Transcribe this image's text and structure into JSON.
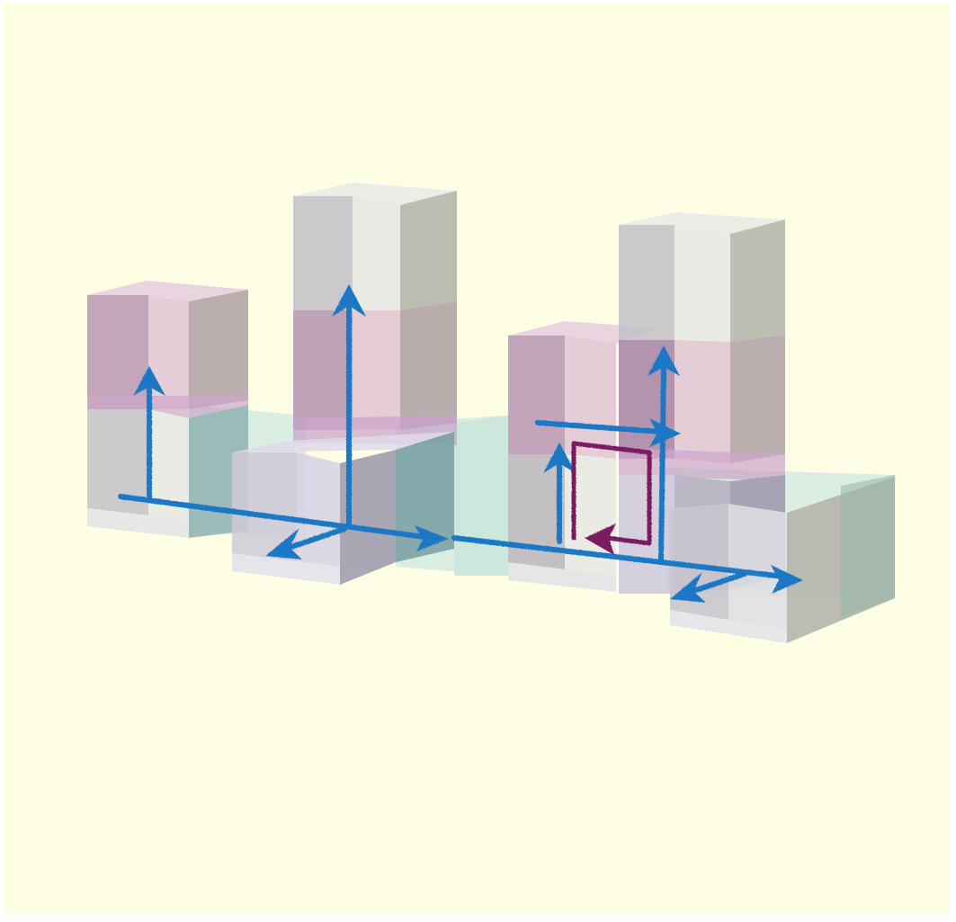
{
  "title": "",
  "colors": {
    "background": "#fefee5",
    "frame": "#ffffff",
    "cube_gray_light": "#e8e8e6",
    "cube_gray_left": "#c4c2c8",
    "cube_gray_right": "#b5b4aa",
    "cube_pink_light": "#e2c6d6",
    "cube_pink_left": "#b997b3",
    "cube_pink_right": "#b0a1a5",
    "cube_teal": "#cfe9e1",
    "cube_teal_dark": "#7ea4a6",
    "cube_lavender": "#d8d2e6",
    "cube_magenta_band": "#c799c8",
    "arrow_blue": "#1b78c4",
    "arrow_purple": "#7a1c5e"
  },
  "shapes": [
    {
      "name": "cube-stack-left",
      "layers": [
        "gray",
        "pink"
      ]
    },
    {
      "name": "cube-stack-center-left",
      "layers": [
        "gray",
        "pink",
        "gray"
      ]
    },
    {
      "name": "cube-stack-center-right",
      "layers": [
        "gray",
        "pink"
      ]
    },
    {
      "name": "cube-stack-right",
      "layers": [
        "gray",
        "pink",
        "gray"
      ]
    },
    {
      "name": "cube-front-left",
      "layers": [
        "lavender"
      ]
    },
    {
      "name": "cube-front-right",
      "layers": [
        "gray"
      ]
    },
    {
      "name": "slab-teal",
      "layers": [
        "teal"
      ]
    }
  ],
  "arrows": [
    {
      "name": "axis-long",
      "color": "arrow_blue"
    },
    {
      "name": "up-left",
      "color": "arrow_blue"
    },
    {
      "name": "up-center",
      "color": "arrow_blue"
    },
    {
      "name": "up-right",
      "color": "arrow_blue"
    },
    {
      "name": "short-up",
      "color": "arrow_blue"
    },
    {
      "name": "short-right",
      "color": "arrow_blue"
    },
    {
      "name": "diag-left",
      "color": "arrow_blue"
    },
    {
      "name": "diag-right",
      "color": "arrow_blue"
    },
    {
      "name": "loop",
      "color": "arrow_purple"
    }
  ]
}
